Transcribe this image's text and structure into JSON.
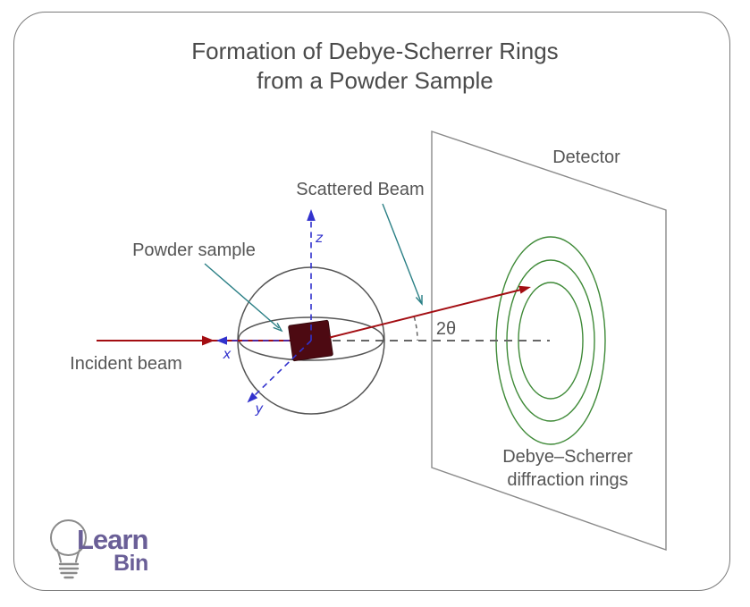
{
  "title": {
    "line1": "Formation of Debye-Scherrer Rings",
    "line2": "from a Powder Sample"
  },
  "labels": {
    "detector": "Detector",
    "scattered_beam": "Scattered Beam",
    "powder_sample": "Powder sample",
    "incident_beam": "Incident beam",
    "angle": "2θ",
    "rings_line1": "Debye–Scherrer",
    "rings_line2": "diffraction rings",
    "axis_x": "x",
    "axis_y": "y",
    "axis_z": "z"
  },
  "logo": {
    "line1": "Learn",
    "line2": "Bin"
  },
  "colors": {
    "frame": "#7a7a7a",
    "title": "#4a4a4a",
    "label": "#555555",
    "plane": "#8a8a8a",
    "sphere": "#555555",
    "dash": "#666666",
    "beam": "#a30d12",
    "axis": "#3232cd",
    "ring": "#3f8a38",
    "ann": "#2a7f85",
    "sample": "#4d0a12",
    "logo": "#6a5f97",
    "bulb": "#8a8a8a"
  }
}
